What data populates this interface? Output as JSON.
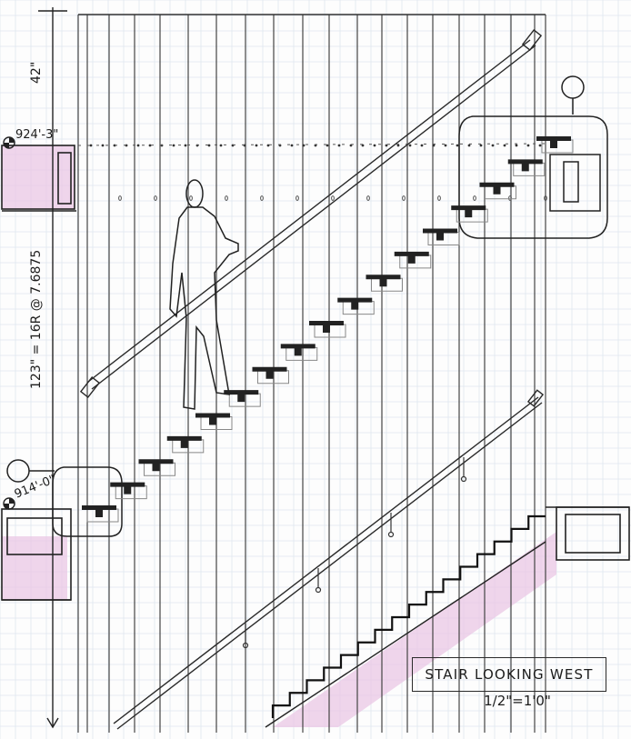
{
  "drawing": {
    "title": "STAIR LOOKING WEST",
    "scale": "1/2\"=1'0\"",
    "dim_top": "42\"",
    "dim_riser": "123\" = 16R @ 7.6875",
    "elev_upper": "924'-3\"",
    "elev_lower": "914'-0\""
  },
  "colors": {
    "ink": "#1c1c1c",
    "grid": "#dfe6ee",
    "pink": "#e9c7e4"
  }
}
